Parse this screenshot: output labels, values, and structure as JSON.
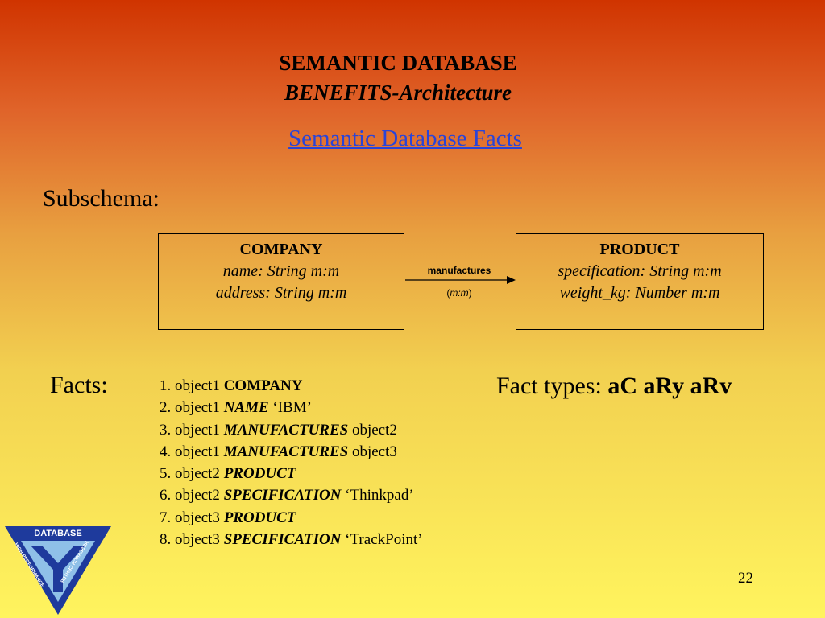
{
  "slide": {
    "title": "SEMANTIC DATABASE",
    "subtitle": "BENEFITS-Architecture",
    "link": "Semantic Database Facts",
    "subschema_label": "Subschema:",
    "page_number": "22"
  },
  "schema": {
    "company": {
      "name": "COMPANY",
      "attributes": [
        "name: String m:m",
        "address: String m:m"
      ]
    },
    "relationship": {
      "name": "manufactures",
      "cardinality_open": "(",
      "cardinality": "m:m",
      "cardinality_close": ")"
    },
    "product": {
      "name": "PRODUCT",
      "attributes": [
        "specification: String m:m",
        "weight_kg: Number m:m"
      ]
    }
  },
  "facts": {
    "label": "Facts:",
    "items": [
      {
        "num": "1.",
        "pre": "object1",
        "kw": "COMPANY",
        "post": ""
      },
      {
        "num": "2.",
        "pre": "object1",
        "kw": "NAME",
        "post": "‘IBM’"
      },
      {
        "num": "3.",
        "pre": "object1",
        "kw": "MANUFACTURES",
        "post": "object2"
      },
      {
        "num": "4.",
        "pre": "object1",
        "kw": "MANUFACTURES",
        "post": "object3"
      },
      {
        "num": "5.",
        "pre": "object2",
        "kw": "PRODUCT",
        "post": ""
      },
      {
        "num": "6.",
        "pre": "object2",
        "kw": "SPECIFICATION",
        "post": "‘Thinkpad’"
      },
      {
        "num": "7.",
        "pre": "object3",
        "kw": "PRODUCT",
        "post": ""
      },
      {
        "num": "8.",
        "pre": "object3",
        "kw": "SPECIFICATION",
        "post": "‘TrackPoint’"
      }
    ]
  },
  "fact_types": {
    "label": "Fact types:",
    "codes": "aC aRy aRv"
  },
  "logo": {
    "top_text": "DATABASE",
    "left_text": "HIGH PERFORMANCE",
    "right_text": "RESEARCH CENTER",
    "colors": {
      "outer": "#1e3a9c",
      "inner": "#8fc0e8",
      "y_mark": "#1e3a9c"
    }
  }
}
